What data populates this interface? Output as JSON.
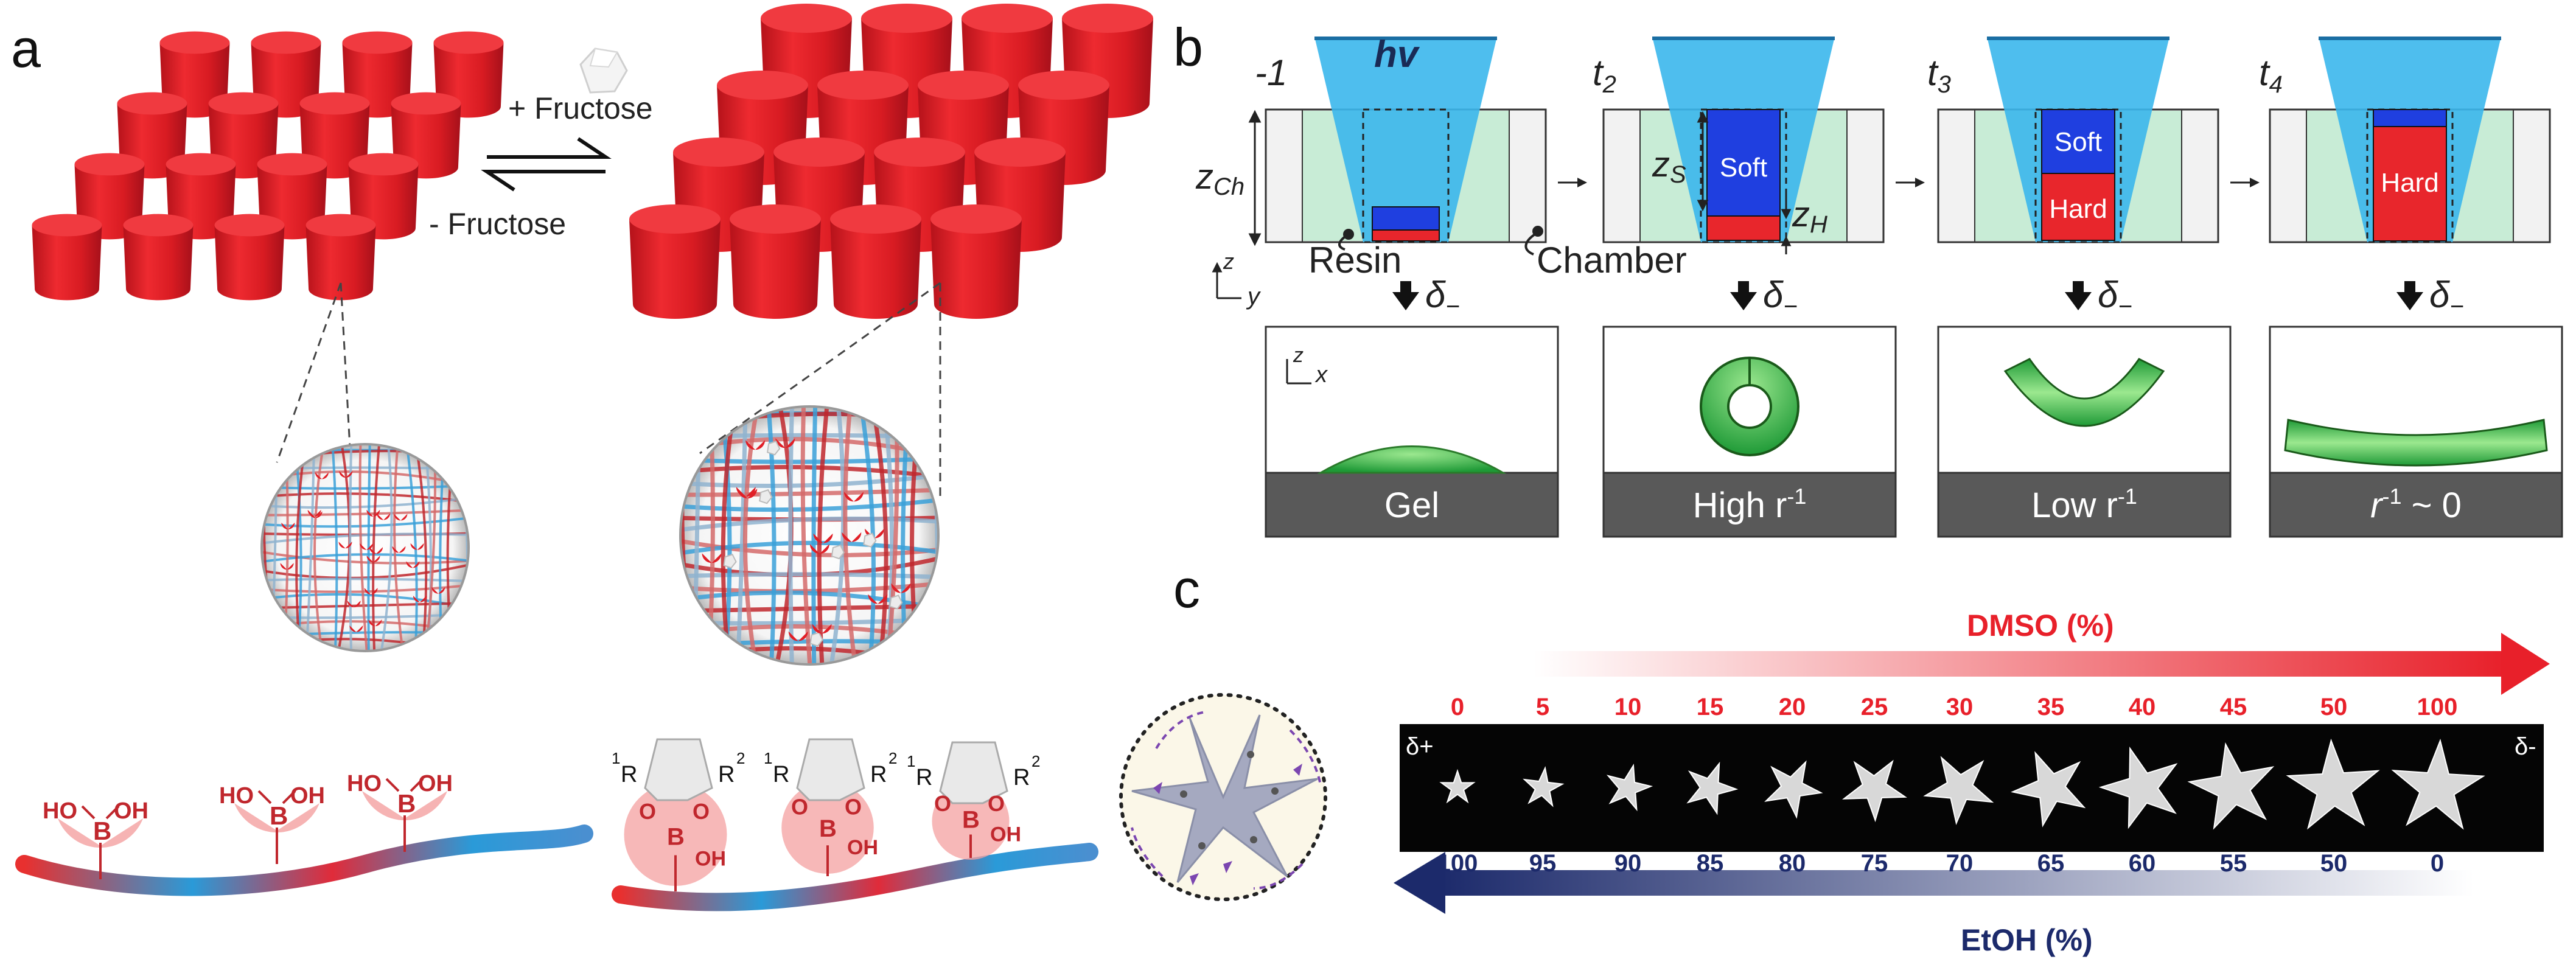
{
  "panel_a": {
    "label": "a",
    "add_fructose": "+ Fructose",
    "remove_fructose": "- Fructose",
    "boronic_hydroxyl": "HO",
    "boronic_hydroxyl_right": "OH",
    "boron": "B",
    "oxygen": "O",
    "r_group": "R",
    "sub_1": "1",
    "sub_2": "2",
    "colors": {
      "pillar": "#e21b23",
      "network_red": "#c0272d",
      "network_blue": "#3aa0d8",
      "ester": "#f4a0a0"
    }
  },
  "panel_b": {
    "label": "b",
    "time_labels": [
      "-1",
      "t",
      "t",
      "t"
    ],
    "time_subs": [
      "",
      "2",
      "3",
      "4"
    ],
    "light": "hv",
    "z_ch": "z",
    "z_ch_sub": "Ch",
    "z_s": "z",
    "z_s_sub": "S",
    "z_h": "z",
    "z_h_sub": "H",
    "resin": "Resin",
    "chamber": "Chamber",
    "delta": "δ",
    "delta_sub": "−",
    "soft": "Soft",
    "hard": "Hard",
    "axis_z": "z",
    "axis_y": "y",
    "axis_x": "x",
    "outcomes": {
      "gel": "Gel",
      "high": "High r",
      "low": "Low r",
      "zero_tail": " ~ 0",
      "r": "r",
      "exp": "-1"
    },
    "colors": {
      "beam": "#3bb7ec",
      "soft": "#1f3fe0",
      "hard": "#e8262c",
      "gel": "#34b24a",
      "chamber": "#c8ecd6",
      "substrate": "#595959"
    }
  },
  "panel_c": {
    "label": "c",
    "top_axis": "DMSO (%)",
    "bottom_axis": "EtOH (%)",
    "dmso_values": [
      "0",
      "5",
      "10",
      "15",
      "20",
      "25",
      "30",
      "35",
      "40",
      "45",
      "50",
      "100"
    ],
    "etoh_values": [
      "100",
      "95",
      "90",
      "85",
      "80",
      "75",
      "70",
      "65",
      "60",
      "55",
      "50",
      "0"
    ],
    "delta_plus": "δ+",
    "delta_minus": "δ-",
    "colors": {
      "dmso": "#e8202a",
      "etoh": "#1c2a6b",
      "strip": "#050505"
    }
  }
}
